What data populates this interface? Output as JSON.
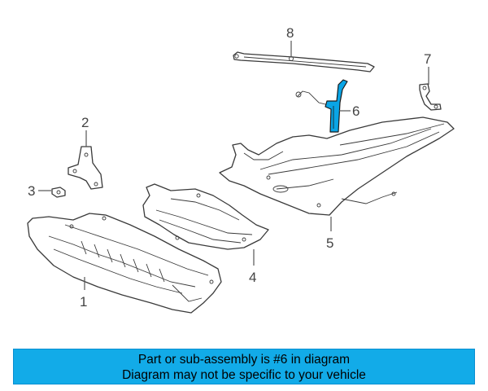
{
  "callouts": {
    "c1": "1",
    "c2": "2",
    "c3": "3",
    "c4": "4",
    "c5": "5",
    "c6": "6",
    "c7": "7",
    "c8": "8"
  },
  "highlight_part": "6",
  "colors": {
    "highlight": "#0aa5e6",
    "banner_bg": "#12abe8",
    "line": "#3a3a3a"
  },
  "banner": {
    "line1": "Part or sub-assembly is #6 in diagram",
    "line2": "Diagram may not be specific to your vehicle"
  }
}
